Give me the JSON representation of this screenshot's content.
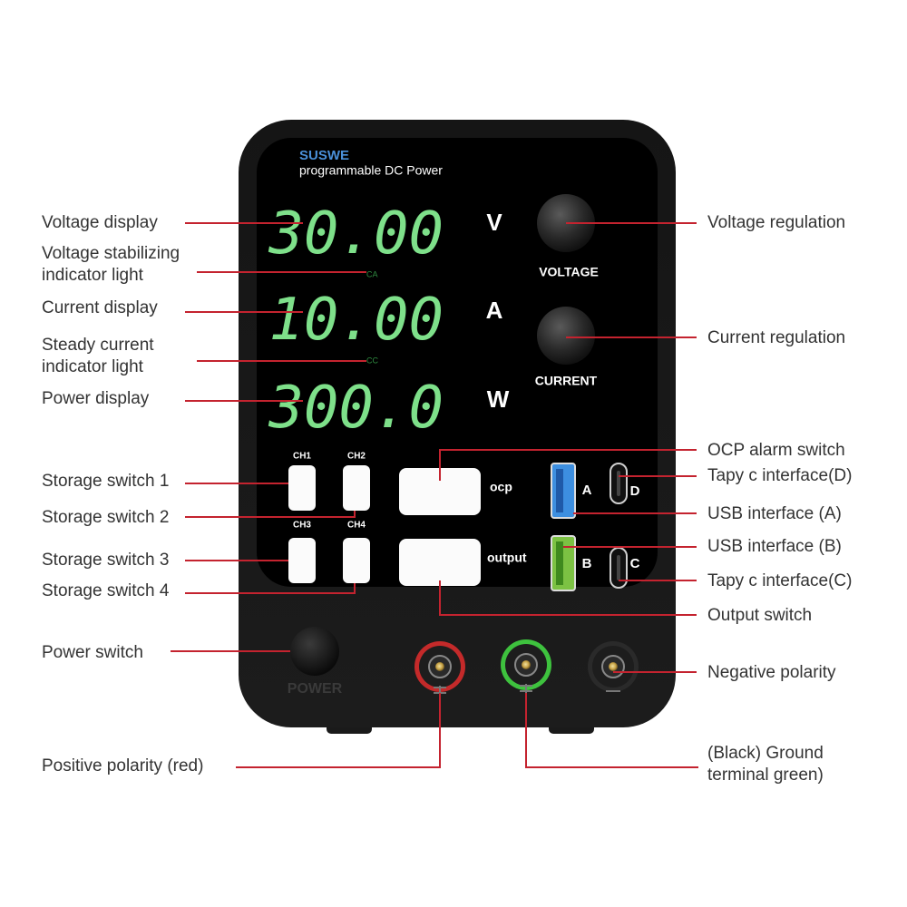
{
  "device": {
    "brand": "SUSWE",
    "subtitle": "programmable DC Power",
    "voltage_reading": "30.00",
    "current_reading": "10.00",
    "power_reading": "300.0",
    "unit_v": "V",
    "unit_a": "A",
    "unit_w": "W",
    "cv_indicator": "CA",
    "cc_indicator": "CC",
    "voltage_knob": "VOLTAGE",
    "current_knob": "CURRENT",
    "ch1": "CH1",
    "ch2": "CH2",
    "ch3": "CH3",
    "ch4": "CH4",
    "ocp_label": "ocp",
    "output_label": "output",
    "port_a": "A",
    "port_b": "B",
    "port_c": "C",
    "port_d": "D",
    "power_label": "POWER",
    "display_color": "#7ee08a",
    "accent_color": "#c4232f"
  },
  "callouts": {
    "voltage_display": "Voltage display",
    "voltage_stab_line1": "Voltage stabilizing",
    "voltage_stab_line2": "indicator light",
    "current_display": "Current display",
    "steady_current_line1": "Steady current",
    "steady_current_line2": "indicator light",
    "power_display": "Power display",
    "storage_1": "Storage switch 1",
    "storage_2": "Storage switch 2",
    "storage_3": "Storage switch 3",
    "storage_4": "Storage switch 4",
    "power_switch": "Power switch",
    "positive": "Positive polarity (red)",
    "voltage_regulation": "Voltage regulation",
    "current_regulation": "Current regulation",
    "ocp_alarm": "OCP alarm switch",
    "type_c_d": "Tapy c interface(D)",
    "usb_a": "USB interface (A)",
    "usb_b": "USB interface (B)",
    "type_c_c": "Tapy c interface(C)",
    "output_switch": "Output switch",
    "negative": "Negative polarity",
    "ground_line1": "(Black) Ground",
    "ground_line2": "terminal green)"
  }
}
